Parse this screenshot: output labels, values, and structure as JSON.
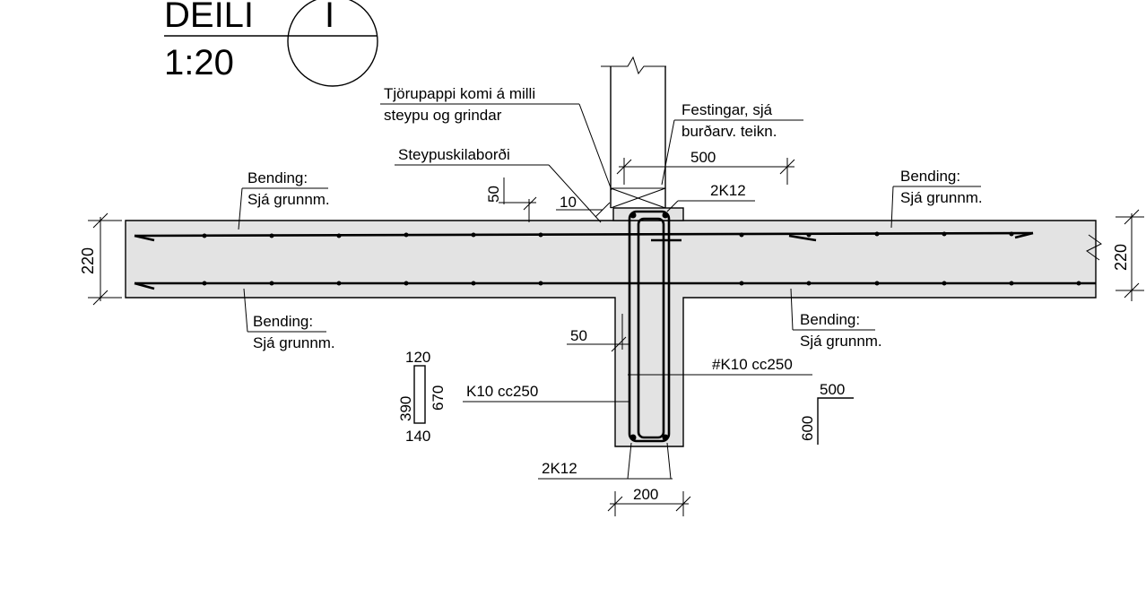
{
  "title": {
    "label": "DEILI",
    "number": "I",
    "scale": "1:20"
  },
  "labels": {
    "tar_paper_line1": "Tjörupappi komi á milli",
    "tar_paper_line2": "steypu og grindar",
    "fixings_line1": "Festingar, sjá",
    "fixings_line2": "burðarv. teikn.",
    "formwork_board": "Steypuskilaborði",
    "bending_top_left_1": "Bending:",
    "bending_top_left_2": "Sjá grunnm.",
    "bending_top_right_1": "Bending:",
    "bending_top_right_2": "Sjá grunnm.",
    "bending_bot_left_1": "Bending:",
    "bending_bot_left_2": "Sjá grunnm.",
    "bending_bot_right_1": "Bending:",
    "bending_bot_right_2": "Sjá grunnm.",
    "rebar_top": "2K12",
    "rebar_bottom": "2K12",
    "stirrup_right": "#K10 cc250",
    "stirrup_left": "K10 cc250"
  },
  "dimensions": {
    "slab_thickness_left": "220",
    "slab_thickness_right": "220",
    "top_width": "500",
    "d50_top": "50",
    "d10": "10",
    "d50_side": "50",
    "beam_width": "200"
  },
  "stirrup_shape": {
    "top": "120",
    "left": "390",
    "right": "670",
    "bottom": "140"
  },
  "bent_bar_shape": {
    "horizontal": "500",
    "vertical": "600"
  }
}
